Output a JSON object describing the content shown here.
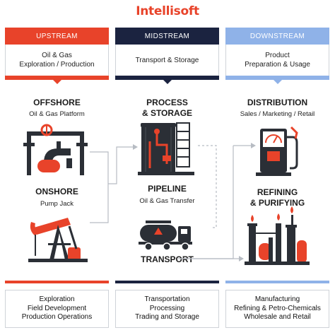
{
  "logo": "Intellisoft",
  "colors": {
    "upstream": "#e8432a",
    "midstream": "#1b2340",
    "downstream": "#8fb2e8",
    "icon_dark": "#2b2f36",
    "accent": "#e8432a"
  },
  "columns": [
    {
      "header": "UPSTREAM",
      "desc": [
        "Oil & Gas",
        "Exploration / Production"
      ]
    },
    {
      "header": "MIDSTREAM",
      "desc": [
        "Transport & Storage"
      ]
    },
    {
      "header": "DOWNSTREAM",
      "desc": [
        "Product",
        "Preparation & Usage"
      ]
    }
  ],
  "sections": {
    "offshore": {
      "title": "OFFSHORE",
      "sub": "Oil & Gas Platform",
      "icon": "offshore-platform-icon"
    },
    "onshore": {
      "title": "ONSHORE",
      "sub": "Pump Jack",
      "icon": "pump-jack-icon"
    },
    "process": {
      "title_lines": [
        "PROCESS",
        "& STORAGE"
      ],
      "icon": "storage-tank-icon"
    },
    "pipeline": {
      "title": "PIPELINE",
      "sub": "Oil & Gas Transfer"
    },
    "transport": {
      "title": "TRANSPORT",
      "icon": "tanker-truck-icon"
    },
    "distribution": {
      "title": "DISTRIBUTION",
      "sub": "Sales / Marketing / Retail",
      "icon": "fuel-pump-icon"
    },
    "refining": {
      "title_lines": [
        "REFINING",
        "& PURIFYING"
      ],
      "icon": "refinery-icon"
    }
  },
  "footer": [
    {
      "lines": [
        "Exploration",
        "Field Development",
        "Production Operations"
      ]
    },
    {
      "lines": [
        "Transportation",
        "Processing",
        "Trading and Storage"
      ]
    },
    {
      "lines": [
        "Manufacturing",
        "Refining & Petro-Chemicals",
        "Wholesale and Retail"
      ]
    }
  ]
}
